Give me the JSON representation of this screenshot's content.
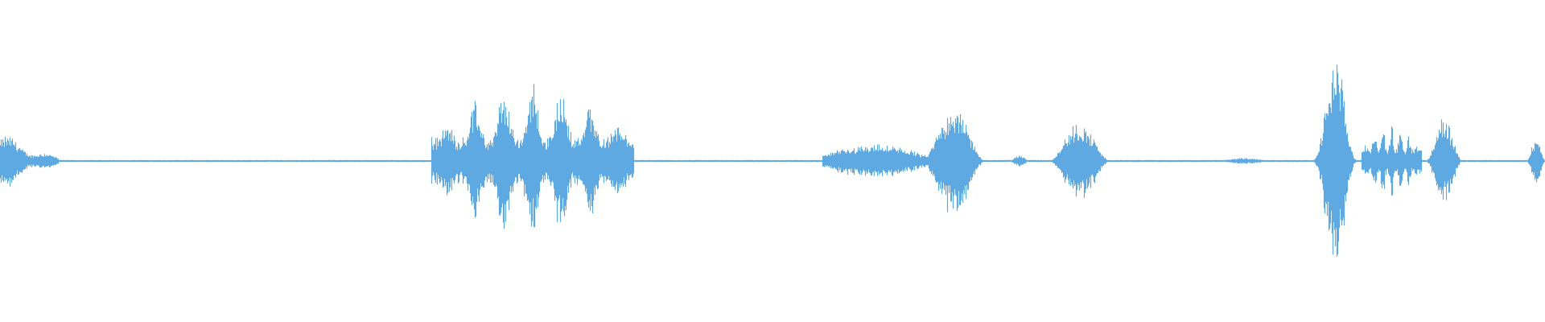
{
  "waveform": {
    "color": "#5ea9e1",
    "background": "#ffffff",
    "baseline_amplitude": 0.006,
    "segments": [
      {
        "name": "burst-1",
        "start": 0.0,
        "end": 0.038,
        "peak": 0.2,
        "envelope": "decay"
      },
      {
        "name": "burst-2",
        "start": 0.279,
        "end": 0.41,
        "peak": 0.51,
        "envelope": "spiky"
      },
      {
        "name": "burst-3",
        "start": 0.532,
        "end": 0.6,
        "peak": 0.11,
        "envelope": "flat"
      },
      {
        "name": "burst-4",
        "start": 0.597,
        "end": 0.637,
        "peak": 0.36,
        "envelope": "peak"
      },
      {
        "name": "burst-5",
        "start": 0.654,
        "end": 0.665,
        "peak": 0.04,
        "envelope": "small"
      },
      {
        "name": "burst-6",
        "start": 0.679,
        "end": 0.718,
        "peak": 0.25,
        "envelope": "peak"
      },
      {
        "name": "burst-7",
        "start": 0.789,
        "end": 0.822,
        "peak": 0.02,
        "envelope": "small"
      },
      {
        "name": "burst-8",
        "start": 0.848,
        "end": 0.88,
        "peak": 0.7,
        "envelope": "sharp"
      },
      {
        "name": "burst-9",
        "start": 0.881,
        "end": 0.92,
        "peak": 0.26,
        "envelope": "spiky"
      },
      {
        "name": "burst-10",
        "start": 0.923,
        "end": 0.946,
        "peak": 0.28,
        "envelope": "peak"
      },
      {
        "name": "burst-11",
        "start": 0.988,
        "end": 1.0,
        "peak": 0.15,
        "envelope": "peak"
      }
    ]
  }
}
